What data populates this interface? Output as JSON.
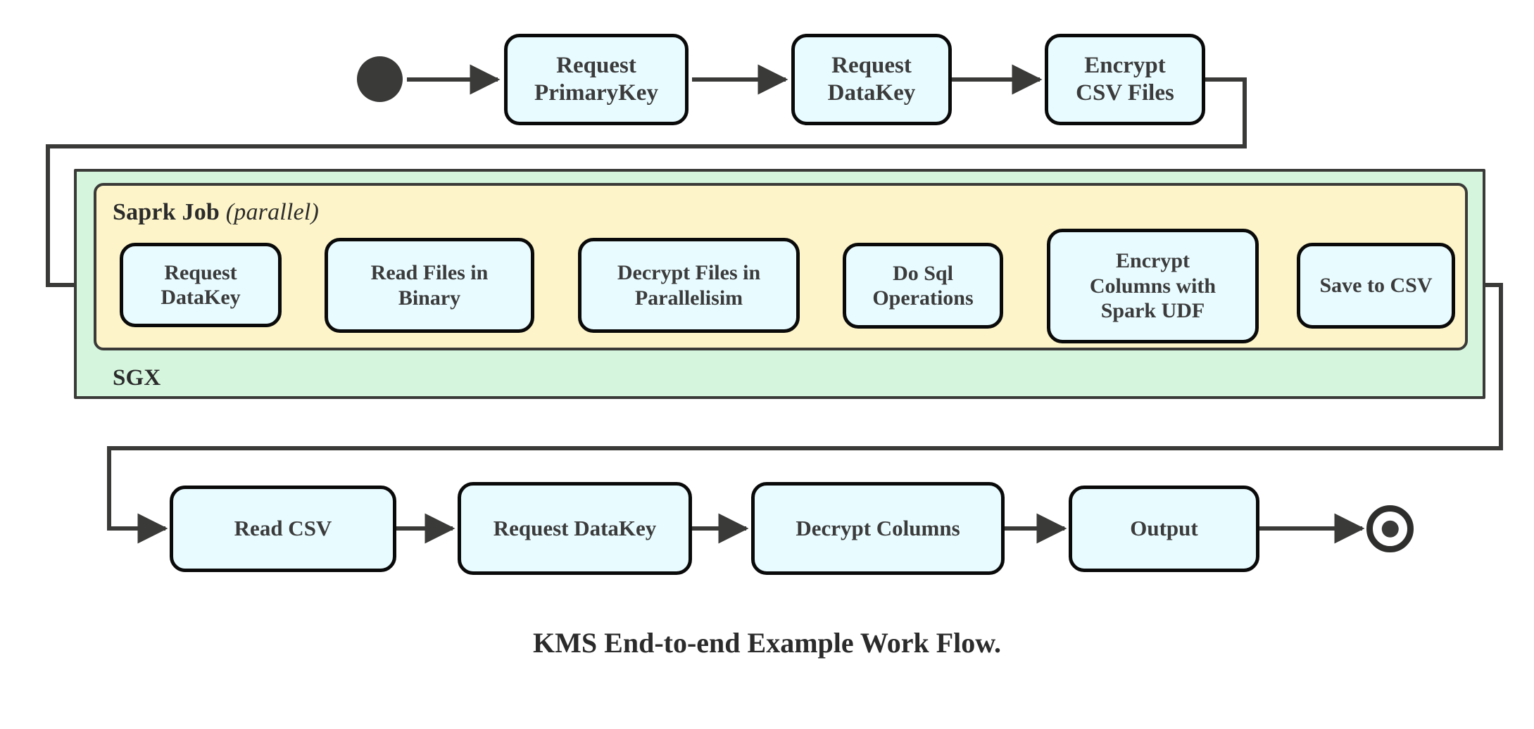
{
  "diagram": {
    "caption": "KMS End-to-end Example Work Flow.",
    "colors": {
      "node_fill": "#e8fbff",
      "node_stroke": "#0a0a0a",
      "sgx_fill": "#d5f5dd",
      "spark_fill": "#fdf5c9",
      "group_stroke": "#3a3a38",
      "edge_stroke": "#3a3a38",
      "text": "#3b3b3b",
      "background": "#ffffff"
    },
    "groups": [
      {
        "id": "sgx",
        "label": "SGX",
        "label_suffix": "",
        "fill": "#d5f5dd"
      },
      {
        "id": "spark-job",
        "label": "Saprk Job",
        "label_suffix": "(parallel)",
        "fill": "#fdf5c9"
      }
    ],
    "start_node": {
      "name": "start",
      "shape": "filled-circle"
    },
    "end_node": {
      "name": "end",
      "shape": "bullseye-circle"
    },
    "rows": {
      "top": {
        "name": "top-row",
        "nodes": [
          {
            "id": "request-primarykey",
            "lines": [
              "Request",
              "PrimaryKey"
            ]
          },
          {
            "id": "request-datakey-top",
            "lines": [
              "Request",
              "DataKey"
            ]
          },
          {
            "id": "encrypt-csv-files",
            "lines": [
              "Encrypt",
              "CSV Files"
            ]
          }
        ]
      },
      "middle": {
        "name": "spark-row",
        "nodes": [
          {
            "id": "request-datakey-spark",
            "lines": [
              "Request",
              "DataKey"
            ]
          },
          {
            "id": "read-files-in-binary",
            "lines": [
              "Read Files in",
              "Binary"
            ]
          },
          {
            "id": "decrypt-files-in-parallelisim",
            "lines": [
              "Decrypt Files in",
              "Parallelisim"
            ]
          },
          {
            "id": "do-sql-operations",
            "lines": [
              "Do Sql",
              "Operations"
            ]
          },
          {
            "id": "encrypt-columns-with-spark-udf",
            "lines": [
              "Encrypt",
              "Columns with",
              "Spark UDF"
            ]
          },
          {
            "id": "save-to-csv",
            "lines": [
              "Save to CSV"
            ]
          }
        ]
      },
      "bottom": {
        "name": "output-row",
        "nodes": [
          {
            "id": "read-csv",
            "lines": [
              "Read CSV"
            ]
          },
          {
            "id": "request-datakey-bottom",
            "lines": [
              "Request DataKey"
            ]
          },
          {
            "id": "decrypt-columns",
            "lines": [
              "Decrypt Columns"
            ]
          },
          {
            "id": "output",
            "lines": [
              "Output"
            ]
          }
        ]
      }
    }
  }
}
